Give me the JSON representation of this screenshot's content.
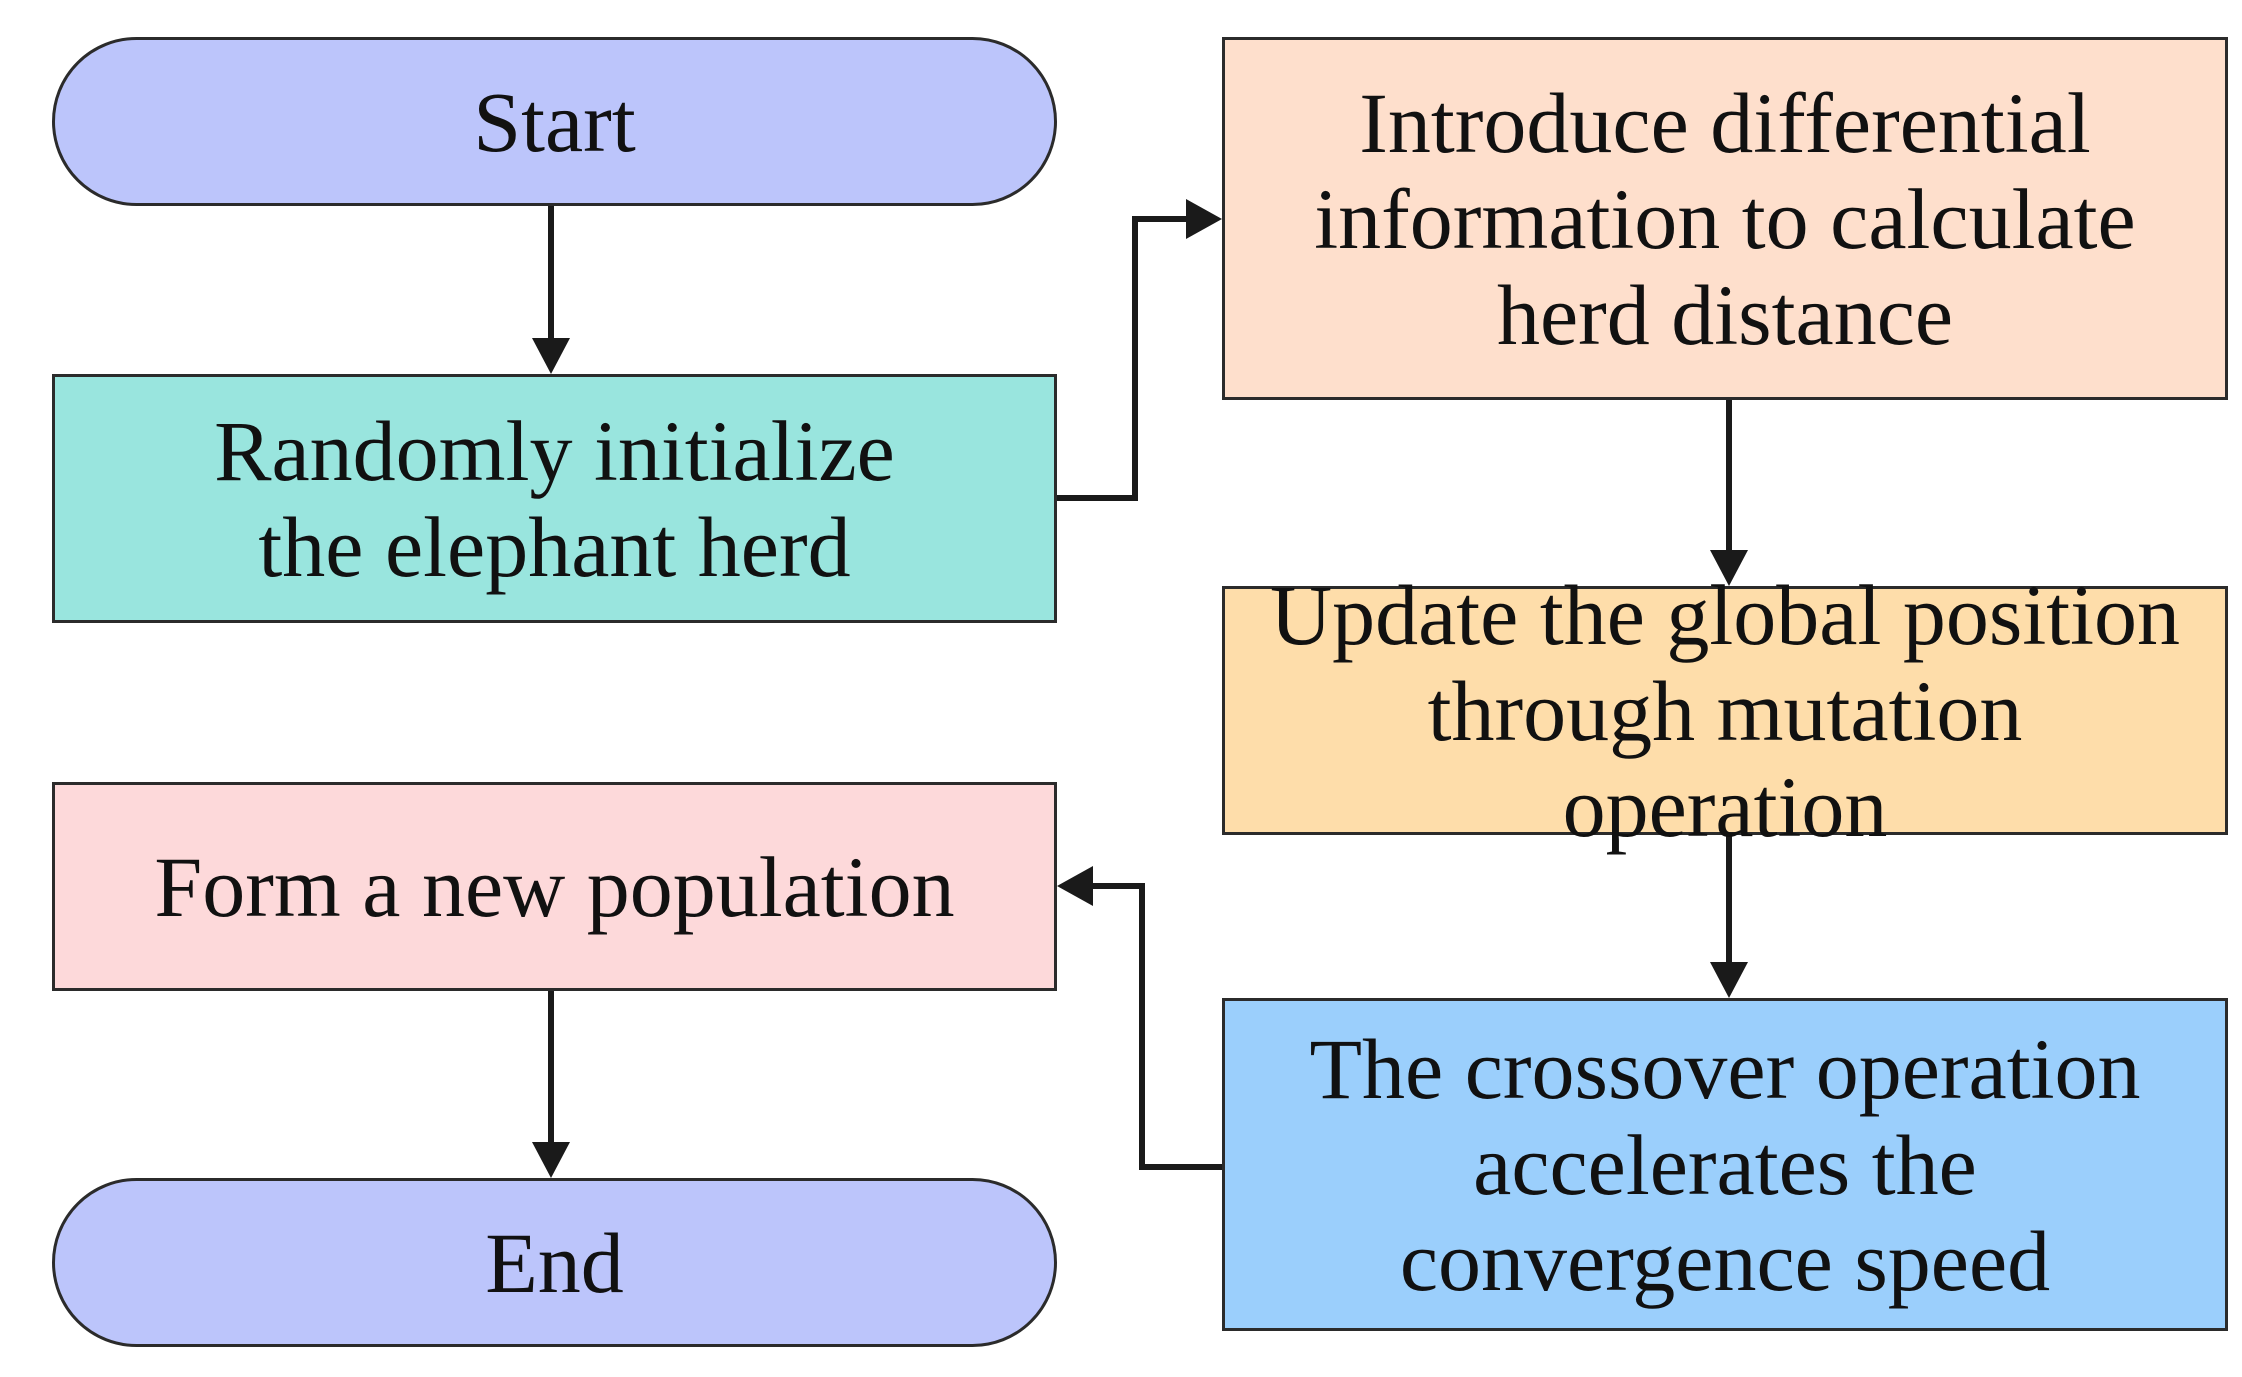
{
  "diagram": {
    "nodes": {
      "start": {
        "label": "Start",
        "shape": "terminal",
        "color": "#bcc5fb"
      },
      "init": {
        "label": "Randomly initialize the elephant herd",
        "shape": "process",
        "color": "#99e5de"
      },
      "diff": {
        "label": "Introduce differential information to calculate herd distance",
        "shape": "process",
        "color": "#fedfcc"
      },
      "update": {
        "label": "Update the global position through mutation operation",
        "shape": "process",
        "color": "#feddaa"
      },
      "cross": {
        "label": "The crossover operation accelerates the convergence speed",
        "shape": "process",
        "color": "#9bcffc"
      },
      "form": {
        "label": "Form a new population",
        "shape": "process",
        "color": "#fdd9da"
      },
      "end": {
        "label": "End",
        "shape": "terminal",
        "color": "#bcc5fb"
      }
    },
    "edges": [
      {
        "from": "start",
        "to": "init"
      },
      {
        "from": "init",
        "to": "diff"
      },
      {
        "from": "diff",
        "to": "update"
      },
      {
        "from": "update",
        "to": "cross"
      },
      {
        "from": "cross",
        "to": "form"
      },
      {
        "from": "form",
        "to": "end"
      }
    ],
    "line_color": "#1a1a1a"
  }
}
